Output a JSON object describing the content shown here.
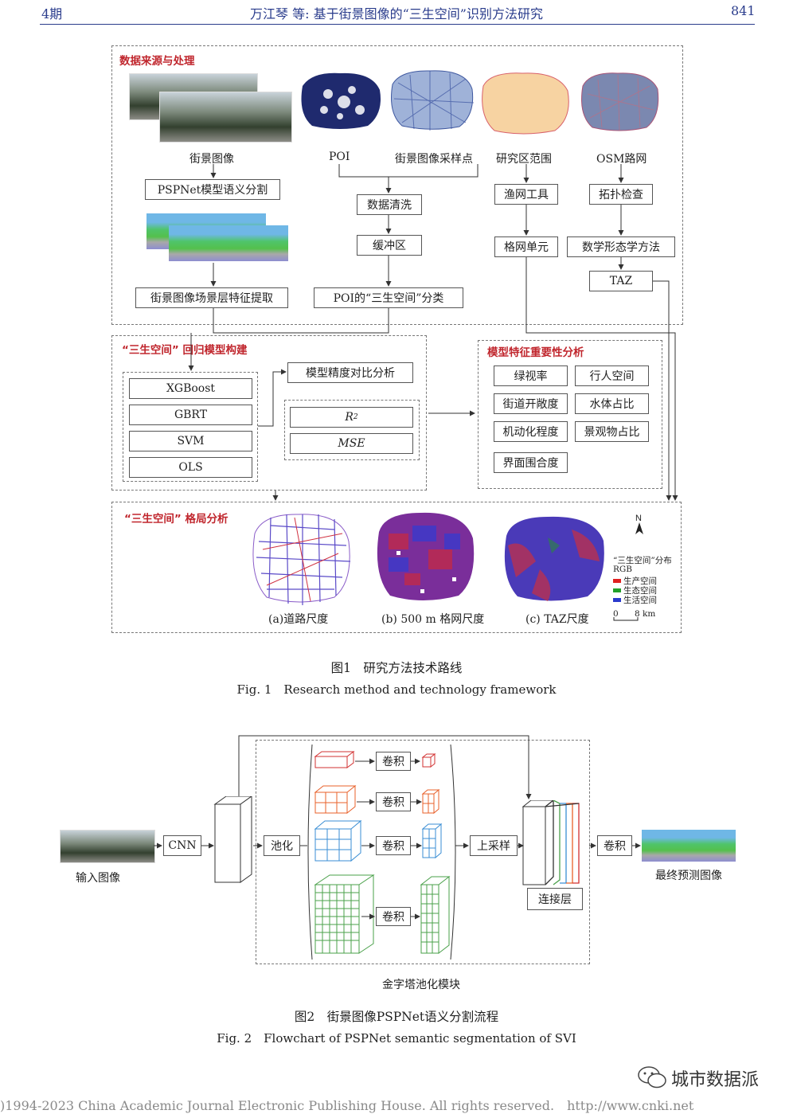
{
  "header": {
    "issue": "4期",
    "title": "万江琴 等: 基于街景图像的“三生空间”识别方法研究",
    "page": "841"
  },
  "fig1": {
    "sec_data": "数据来源与处理",
    "sec_reg": "“三生空间” 回归模型构建",
    "sec_imp": "模型特征重要性分析",
    "sec_pat": "“三生空间” 格局分析",
    "lbl_svi": "街景图像",
    "lbl_poi": "POI",
    "lbl_samp": "街景图像采样点",
    "lbl_area": "研究区范围",
    "lbl_osm": "OSM路网",
    "box_pspnet": "PSPNet模型语义分割",
    "box_clean": "数据清洗",
    "box_buffer": "缓冲区",
    "box_fishnet": "渔网工具",
    "box_grid": "格网单元",
    "box_topo": "拓扑检查",
    "box_morph": "数学形态学方法",
    "box_taz": "TAZ",
    "box_feat": "街景图像场景层特征提取",
    "box_poiclass": "POI的“三生空间”分类",
    "models": [
      "XGBoost",
      "GBRT",
      "SVM",
      "OLS"
    ],
    "box_compare": "模型精度对比分析",
    "metric_r2": "R",
    "metric_r2_sup": "2",
    "metric_mse": "MSE",
    "features": [
      "绿视率",
      "行人空间",
      "街道开敞度",
      "水体占比",
      "机动化程度",
      "景观物占比",
      "界面围合度"
    ],
    "map_a": "(a)道路尺度",
    "map_b": "(b) 500 m 格网尺度",
    "map_c": "(c) TAZ尺度",
    "legend_north": "N",
    "legend_title": "“三生空间”分布",
    "legend_rgb": "RGB",
    "legend_items": [
      "生产空间",
      "生态空间",
      "生活空间"
    ],
    "legend_colors": [
      "#e02020",
      "#22a02a",
      "#2a3acc"
    ],
    "scale_0": "0",
    "scale_8": "8 km",
    "caption_cn": "图1　研究方法技术路线",
    "caption_en": "Fig. 1　Research method and technology framework"
  },
  "fig2": {
    "cnn": "CNN",
    "pool": "池化",
    "conv": "卷积",
    "upsample": "上采样",
    "concat": "连接层",
    "final_conv": "卷积",
    "input_label": "输入图像",
    "output_label": "最终预测图像",
    "pyramid_label": "金字塔池化模块",
    "caption_cn": "图2　街景图像PSPNet语义分割流程",
    "caption_en": "Fig. 2　Flowchart of PSPNet semantic segmentation of SVI"
  },
  "watermark": "城市数据派",
  "footer": ")1994-2023 China Academic Journal Electronic Publishing House. All rights reserved.　http://www.cnki.net"
}
